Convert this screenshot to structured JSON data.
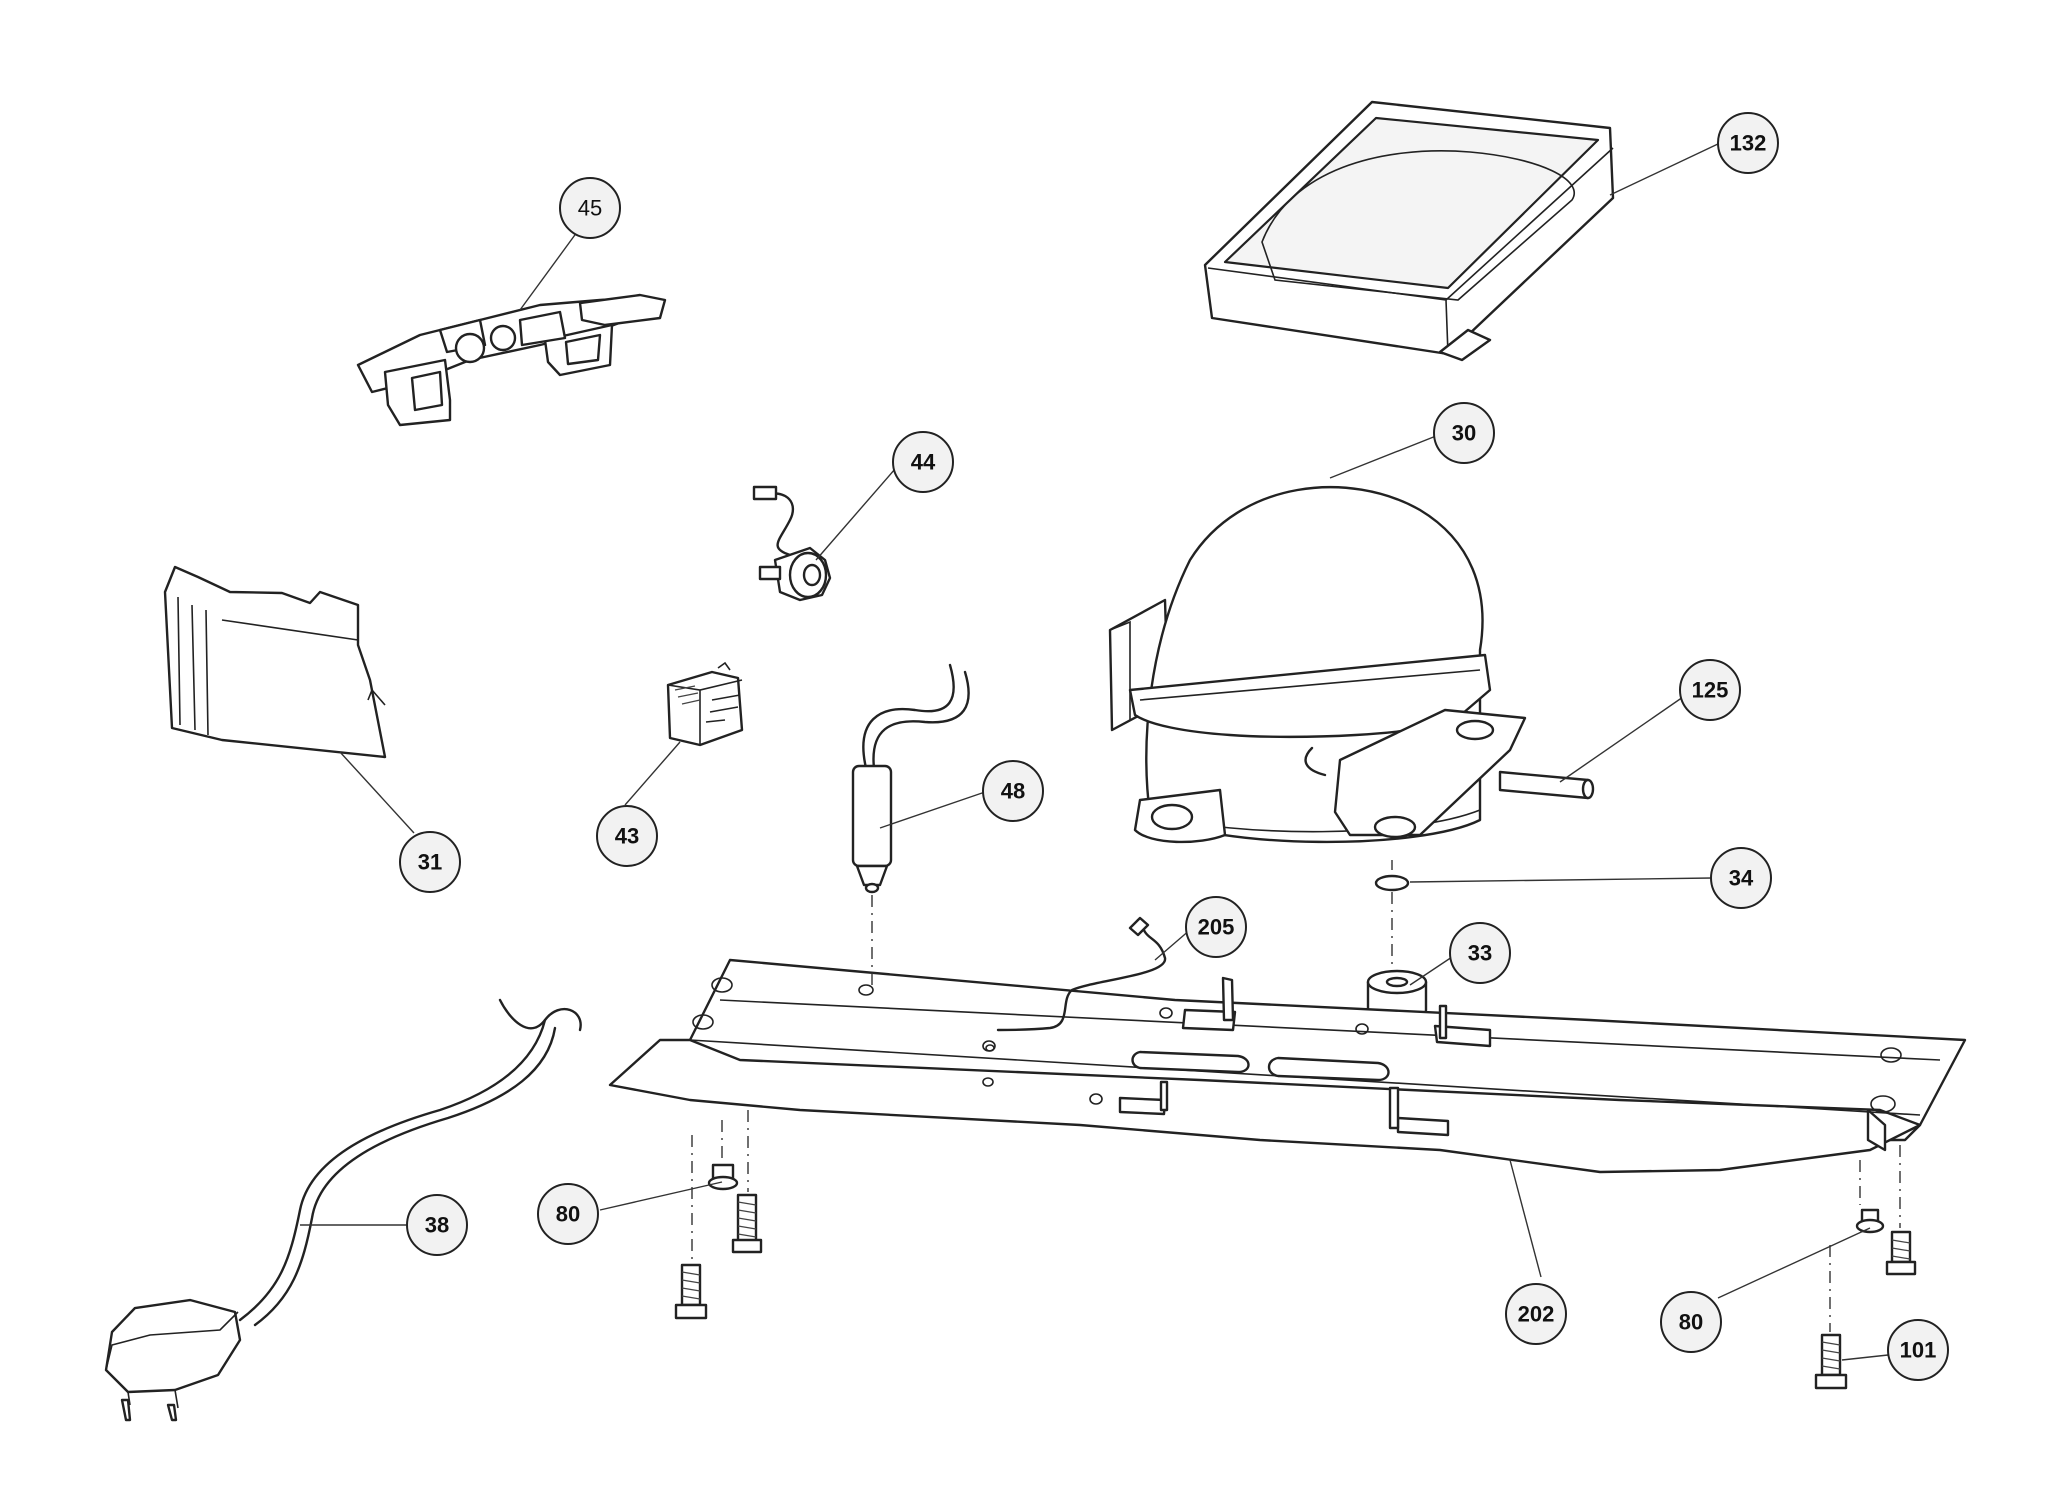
{
  "diagram": {
    "type": "exploded-parts-diagram",
    "callouts": [
      {
        "id": "c45",
        "label": "45"
      },
      {
        "id": "c132",
        "label": "132"
      },
      {
        "id": "c30",
        "label": "30"
      },
      {
        "id": "c44",
        "label": "44"
      },
      {
        "id": "c125",
        "label": "125"
      },
      {
        "id": "c31",
        "label": "31"
      },
      {
        "id": "c43",
        "label": "43"
      },
      {
        "id": "c48",
        "label": "48"
      },
      {
        "id": "c34",
        "label": "34"
      },
      {
        "id": "c205",
        "label": "205"
      },
      {
        "id": "c33",
        "label": "33"
      },
      {
        "id": "c38",
        "label": "38"
      },
      {
        "id": "c80a",
        "label": "80"
      },
      {
        "id": "c202",
        "label": "202"
      },
      {
        "id": "c80b",
        "label": "80"
      },
      {
        "id": "c101",
        "label": "101"
      }
    ]
  }
}
